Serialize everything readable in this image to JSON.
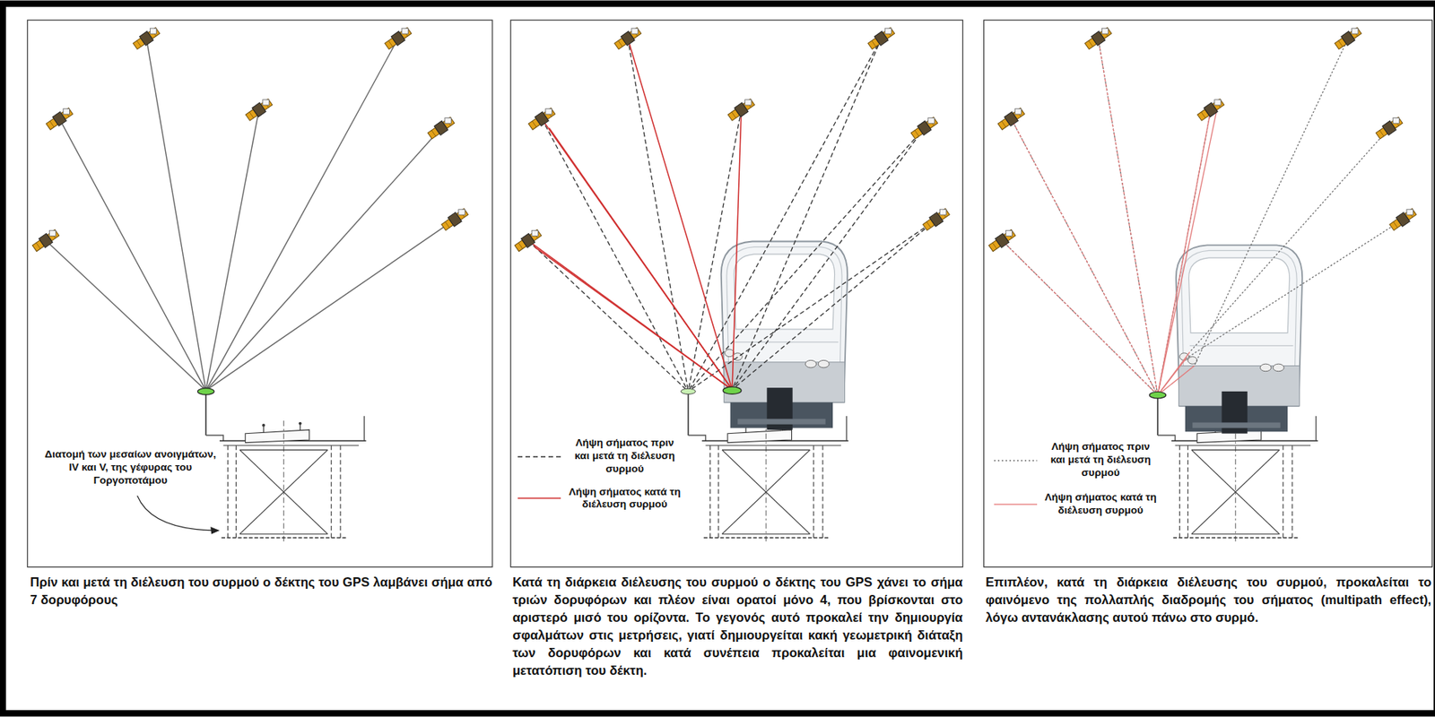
{
  "diagram": {
    "labels": [
      "Διατομή των μεσαίων ανοιγμάτων, IV και V, της γέφυρας του Γοργοποτάμου",
      "Πρίν και μετά τη διέλευση του συρμού ο δέκτης του GPS λαμβάνει σήμα από 7 δορυφόρους",
      "Κατά τη διάρκεια διέλευσης του συρμού ο δέκτης του GPS χάνει το σήμα τριών δορυφόρων και πλέον είναι ορατοί μόνο 4, που βρίσκονται στο αριστερό μισό του ορίζοντα. Το γεγονός αυτό προκαλεί την δημιουργία σφαλμάτων στις μετρήσεις, γιατί δημιουργείται κακή γεωμετρική διάταξη των δορυφόρων και κατά συνέπεια προκαλείται μια φαινομενική μετατόπιση του δέκτη.",
      "Επιπλέον, κατά τη διάρκεια διέλευσης του συρμού, προκαλείται το φαινόμενο της πολλαπλής διαδρομής του σήματος (multipath effect), λόγω αντανάκλασης αυτού πάνω στο συρμό."
    ],
    "legend": [
      {
        "text": "Λήψη σήματος πριν και μετά τη διέλευση συρμού"
      },
      {
        "text": "Λήψη σήματος κατά τη διέλευση συρμού"
      },
      {
        "text": "Λήψη σήματος πριν και μετά τη διέλευση συρμού"
      },
      {
        "text": "Λήψη σήματος κατά τη διέλευση συρμού"
      }
    ]
  }
}
